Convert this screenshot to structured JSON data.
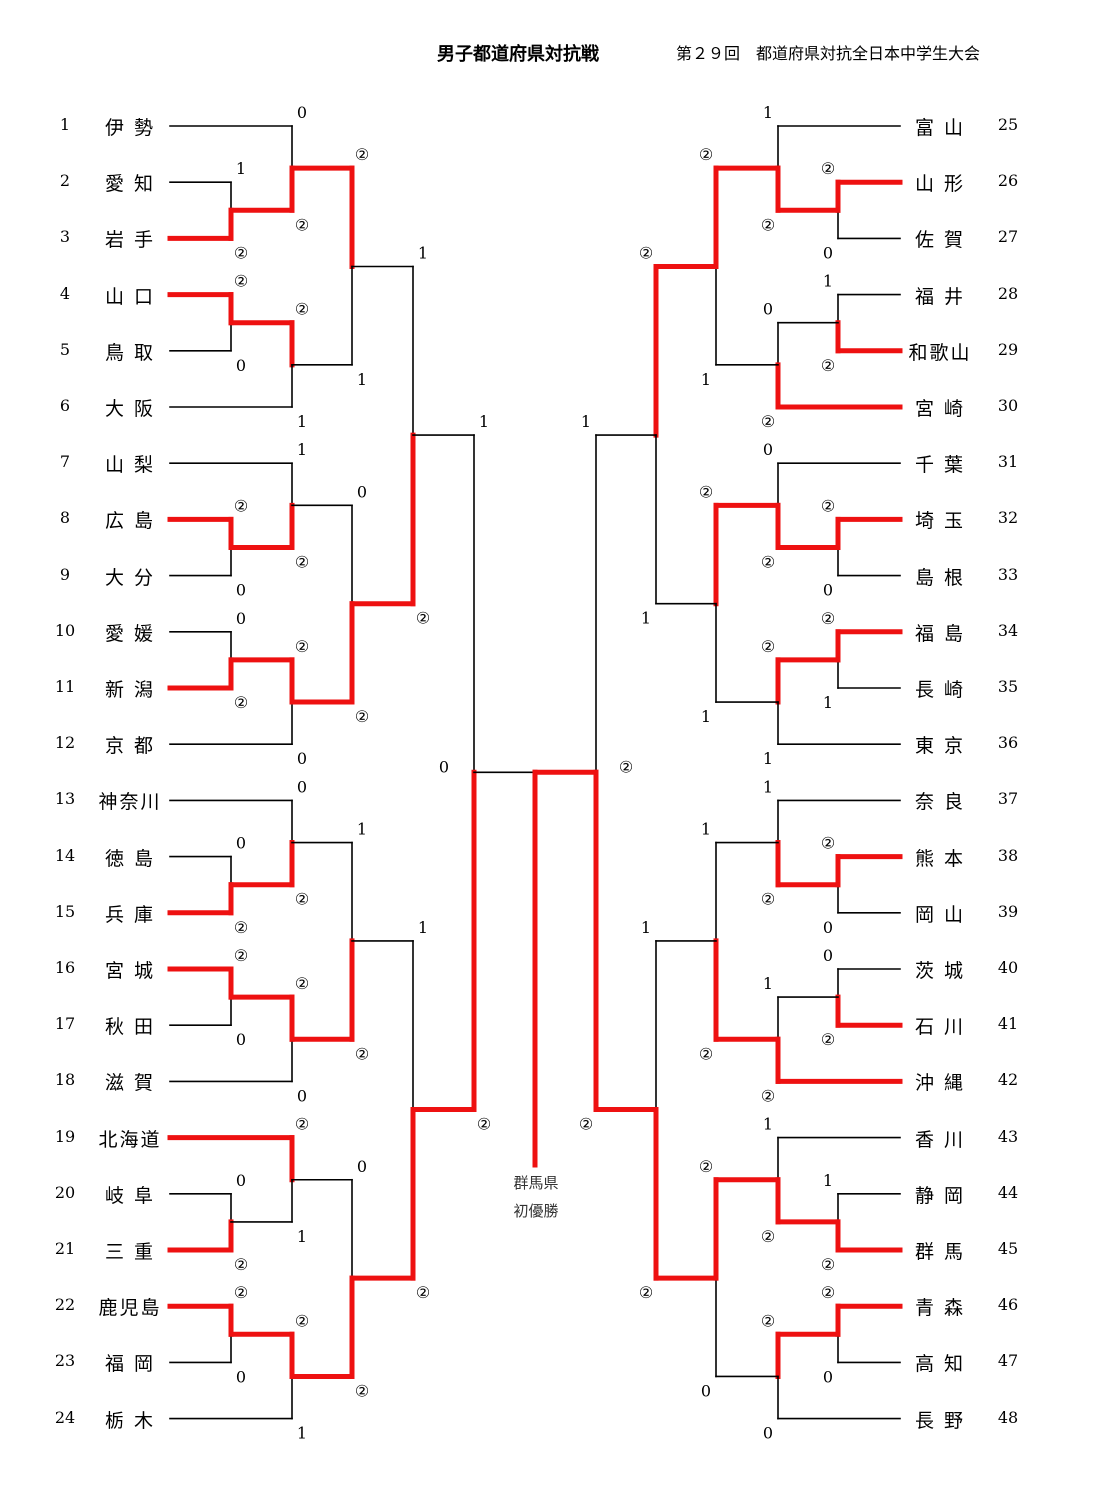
{
  "header": {
    "title": "男子都道府県対抗戦",
    "event": "第２９回　都道府県対抗全日本中学生大会"
  },
  "colors": {
    "winner": "#ee1111",
    "line": "#000000"
  },
  "teams_left": [
    {
      "seed": "1",
      "name": "伊 勢"
    },
    {
      "seed": "2",
      "name": "愛 知"
    },
    {
      "seed": "3",
      "name": "岩 手"
    },
    {
      "seed": "4",
      "name": "山 口"
    },
    {
      "seed": "5",
      "name": "鳥 取"
    },
    {
      "seed": "6",
      "name": "大 阪"
    },
    {
      "seed": "7",
      "name": "山 梨"
    },
    {
      "seed": "8",
      "name": "広 島"
    },
    {
      "seed": "9",
      "name": "大 分"
    },
    {
      "seed": "10",
      "name": "愛 媛"
    },
    {
      "seed": "11",
      "name": "新 潟"
    },
    {
      "seed": "12",
      "name": "京 都"
    },
    {
      "seed": "13",
      "name": "神奈川"
    },
    {
      "seed": "14",
      "name": "徳 島"
    },
    {
      "seed": "15",
      "name": "兵 庫"
    },
    {
      "seed": "16",
      "name": "宮 城"
    },
    {
      "seed": "17",
      "name": "秋 田"
    },
    {
      "seed": "18",
      "name": "滋 賀"
    },
    {
      "seed": "19",
      "name": "北海道"
    },
    {
      "seed": "20",
      "name": "岐 阜"
    },
    {
      "seed": "21",
      "name": "三 重"
    },
    {
      "seed": "22",
      "name": "鹿児島"
    },
    {
      "seed": "23",
      "name": "福 岡"
    },
    {
      "seed": "24",
      "name": "栃 木"
    }
  ],
  "teams_right": [
    {
      "seed": "25",
      "name": "富 山"
    },
    {
      "seed": "26",
      "name": "山 形"
    },
    {
      "seed": "27",
      "name": "佐 賀"
    },
    {
      "seed": "28",
      "name": "福 井"
    },
    {
      "seed": "29",
      "name": "和歌山"
    },
    {
      "seed": "30",
      "name": "宮 崎"
    },
    {
      "seed": "31",
      "name": "千 葉"
    },
    {
      "seed": "32",
      "name": "埼 玉"
    },
    {
      "seed": "33",
      "name": "島 根"
    },
    {
      "seed": "34",
      "name": "福 島"
    },
    {
      "seed": "35",
      "name": "長 崎"
    },
    {
      "seed": "36",
      "name": "東 京"
    },
    {
      "seed": "37",
      "name": "奈 良"
    },
    {
      "seed": "38",
      "name": "熊 本"
    },
    {
      "seed": "39",
      "name": "岡 山"
    },
    {
      "seed": "40",
      "name": "茨 城"
    },
    {
      "seed": "41",
      "name": "石 川"
    },
    {
      "seed": "42",
      "name": "沖 縄"
    },
    {
      "seed": "43",
      "name": "香 川"
    },
    {
      "seed": "44",
      "name": "静 岡"
    },
    {
      "seed": "45",
      "name": "群 馬"
    },
    {
      "seed": "46",
      "name": "青 森"
    },
    {
      "seed": "47",
      "name": "高 知"
    },
    {
      "seed": "48",
      "name": "長 野"
    }
  ],
  "champion": {
    "team": "群馬県",
    "note": "初優勝"
  },
  "scores": {
    "l_r1": [
      [
        "1",
        "②"
      ],
      [
        "②",
        "0"
      ],
      [
        "②",
        "0"
      ],
      [
        "0",
        "②"
      ],
      [
        "0",
        "②"
      ],
      [
        "②",
        "0"
      ],
      [
        "0",
        "②"
      ],
      [
        "②",
        "0"
      ]
    ],
    "l_r2": [
      [
        "0",
        "②"
      ],
      [
        "②",
        "1"
      ],
      [
        "1",
        "②"
      ],
      [
        "②",
        "0"
      ],
      [
        "0",
        "②"
      ],
      [
        "②",
        "0"
      ],
      [
        "②",
        "1"
      ],
      [
        "②",
        "1"
      ]
    ],
    "l_r3": [
      [
        "②",
        "1"
      ],
      [
        "0",
        "②"
      ],
      [
        "1",
        "②"
      ],
      [
        "0",
        "②"
      ]
    ],
    "l_r4": [
      [
        "1",
        "②"
      ],
      [
        "1",
        "②"
      ]
    ],
    "l_r5": [
      [
        "1",
        "②"
      ]
    ],
    "r_r1": [
      [
        "②",
        "0"
      ],
      [
        "1",
        "②"
      ],
      [
        "②",
        "0"
      ],
      [
        "②",
        "1"
      ],
      [
        "②",
        "0"
      ],
      [
        "0",
        "②"
      ],
      [
        "1",
        "②"
      ],
      [
        "②",
        "0"
      ]
    ],
    "r_r2": [
      [
        "1",
        "②"
      ],
      [
        "0",
        "②"
      ],
      [
        "0",
        "②"
      ],
      [
        "②",
        "1"
      ],
      [
        "1",
        "②"
      ],
      [
        "1",
        "②"
      ],
      [
        "1",
        "②"
      ],
      [
        "②",
        "0"
      ]
    ],
    "r_r3": [
      [
        "②",
        "1"
      ],
      [
        "②",
        "1"
      ],
      [
        "1",
        "②"
      ],
      [
        "②",
        "0"
      ]
    ],
    "r_r4": [
      [
        "②",
        "1"
      ],
      [
        "1",
        "②"
      ]
    ],
    "r_r5": [
      [
        "1",
        "②"
      ]
    ],
    "final": [
      "0",
      "②"
    ]
  }
}
